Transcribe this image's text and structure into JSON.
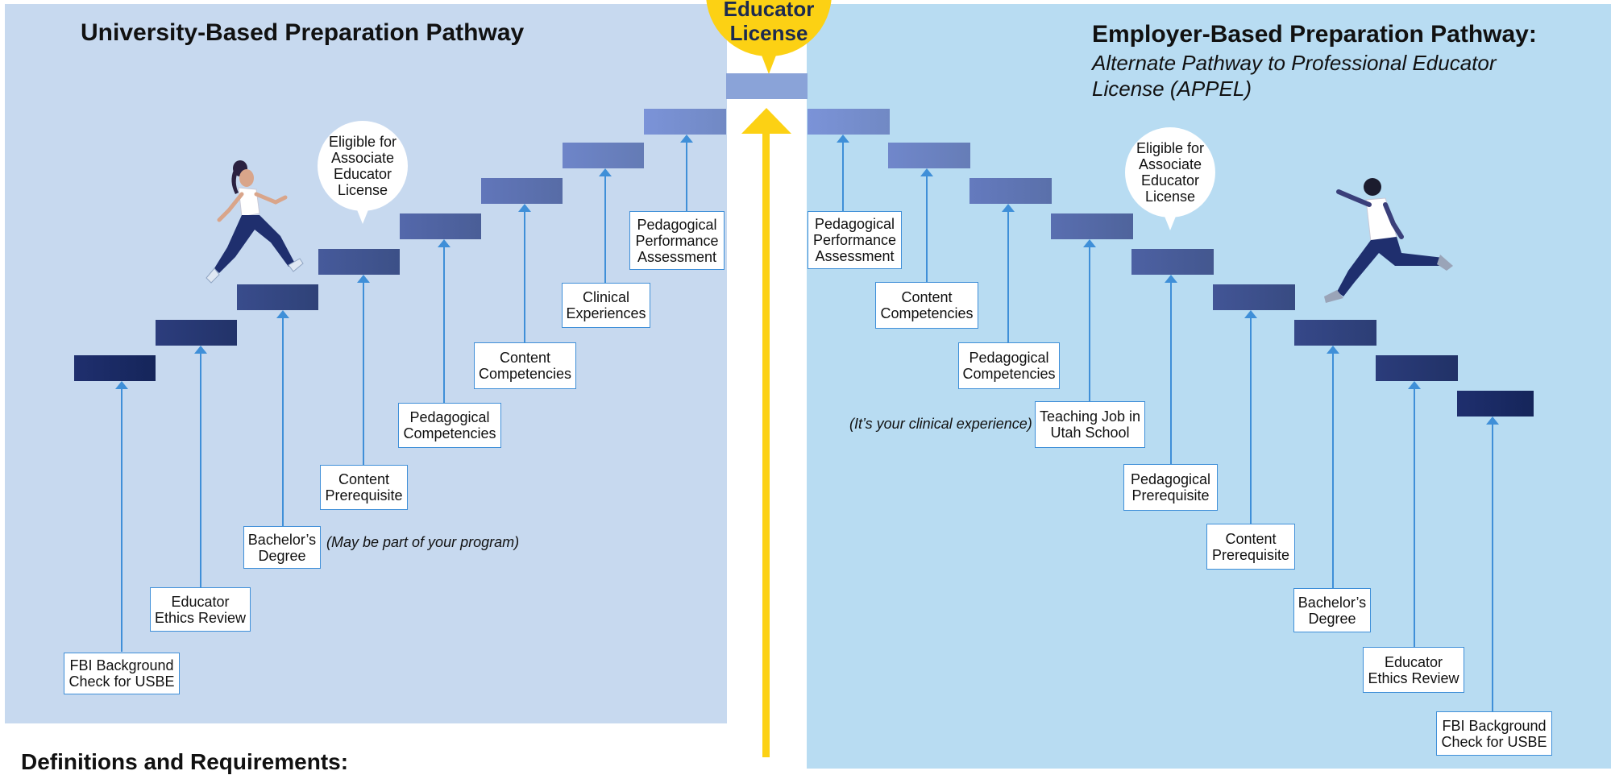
{
  "left": {
    "title": "University-Based Preparation Pathway",
    "bubble": "Eligible for\nAssociate\nEducator\nLicense",
    "note": "(May be part of  your program)",
    "steps": [
      {
        "label": "FBI Background\nCheck for USBE"
      },
      {
        "label": "Educator\nEthics Review"
      },
      {
        "label": "Bachelor’s\nDegree"
      },
      {
        "label": "Content\nPrerequisite"
      },
      {
        "label": "Pedagogical\nCompetencies"
      },
      {
        "label": "Content\nCompetencies"
      },
      {
        "label": "Clinical\nExperiences"
      },
      {
        "label": "Pedagogical\nPerformance\nAssessment"
      }
    ]
  },
  "right": {
    "title": "Employer-Based Preparation Pathway:",
    "subtitle": "Alternate Pathway to Professional Educator\nLicense (APPEL)",
    "bubble": "Eligible for\nAssociate\nEducator\nLicense",
    "note": "(It’s your clinical experience)",
    "steps": [
      {
        "label": "Pedagogical\nPerformance\nAssessment"
      },
      {
        "label": "Content\nCompetencies"
      },
      {
        "label": "Pedagogical\nCompetencies"
      },
      {
        "label": "Teaching Job in\nUtah School"
      },
      {
        "label": "Pedagogical\nPrerequisite"
      },
      {
        "label": "Content\nPrerequisite"
      },
      {
        "label": "Bachelor’s\nDegree"
      },
      {
        "label": "Educator\nEthics Review"
      },
      {
        "label": "FBI Background\nCheck for USBE"
      }
    ]
  },
  "center": {
    "license": "Educator\nLicense"
  },
  "definitions": {
    "title": "Definitions and Requirements:"
  },
  "colors": {
    "left_panel": "#c7d9ef",
    "right_panel": "#b8dcf2",
    "connector": "#3f8fd8",
    "license_yellow": "#fcd114",
    "step_dark": "#1f2f6e",
    "step_light": "#7b93d8"
  }
}
